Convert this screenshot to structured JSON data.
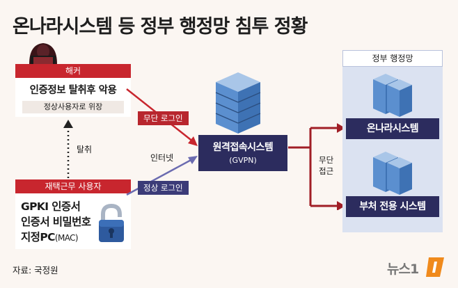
{
  "title": "온나라시스템 등 정부 행정망 침투 정황",
  "hacker": {
    "header": "해커",
    "main": "인증정보 탈취후 악용",
    "sub": "정상사용자로 위장"
  },
  "user": {
    "header": "재택근무 사용자",
    "line1": "GPKI 인증서",
    "line2": "인증서 비밀번호",
    "line3_main": "지정PC",
    "line3_sub": "(MAC)"
  },
  "steal_label": "탈취",
  "arrow_labels": {
    "unauthorized": "무단 로그인",
    "normal": "정상 로그인",
    "internet": "인터넷"
  },
  "central": {
    "title": "원격접속시스템",
    "subtitle": "(GVPN)"
  },
  "gov": {
    "header": "정부 행정망",
    "system1": "온나라시스템",
    "system2": "부처 전용 시스템",
    "access_line1": "무단",
    "access_line2": "접근"
  },
  "source": "자료: 국정원",
  "logo_text": "뉴스1",
  "colors": {
    "red": "#c8262e",
    "navy": "#2c2c5e",
    "panel": "#dbe2f1",
    "background": "#fbf6f2"
  }
}
